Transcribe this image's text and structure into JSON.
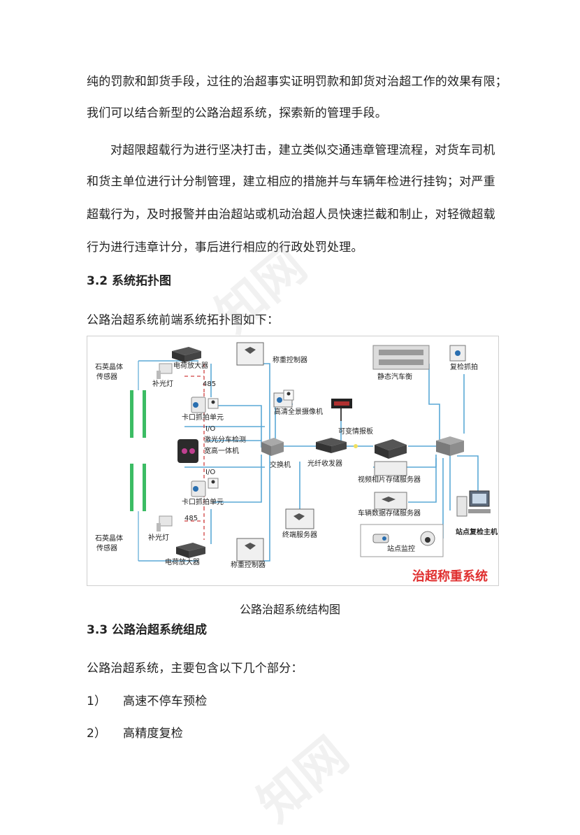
{
  "paragraphs": {
    "line1": "纯的罚款和卸货手段，过往的治超事实证明罚款和卸货对治超工作的效果有限；",
    "line2": "我们可以结合新型的公路治超系统，探索新的管理手段。",
    "line3": "对超限超载行为进行坚决打击，建立类似交通违章管理流程，对货车司机",
    "line4": "和货主单位进行计分制管理，建立相应的措施并与车辆年检进行挂钩；对严重",
    "line5": "超载行为，及时报警并由治超站或机动治超人员快速拦截和制止，对轻微超载",
    "line6": "行为进行违章计分，事后进行相应的行政处罚处理。"
  },
  "section32": {
    "title": "3.2 系统拓扑图",
    "intro": "公路治超系统前端系统拓扑图如下："
  },
  "diagram": {
    "labels": {
      "quartz_top": "石英晶体",
      "quartz_top2": "传感器",
      "quartz_bot": "石英晶体",
      "quartz_bot2": "传感器",
      "amp_top": "电荷放大器",
      "amp_bot": "电荷放大器",
      "light_top": "补光灯",
      "light_bot": "补光灯",
      "n485_top": "485",
      "n485_bot": "485",
      "capture_top": "卡口抓拍单元",
      "capture_bot": "卡口抓拍单元",
      "io_top": "I/O",
      "io_bot": "I/O",
      "laser1": "激光分车检测",
      "laser2": "宽高一体机",
      "weigh_top": "称重控制器",
      "weigh_bot": "称重控制器",
      "hd_cam": "高清全景摄像机",
      "vms": "可变情报板",
      "switch": "交换机",
      "fiber": "光纤收发器",
      "terminal": "终端服务器",
      "video_store": "视频相片存储服务器",
      "vehicle_store": "车辆数据存储服务器",
      "static_scale": "静态汽车衡",
      "recheck_cap": "复检抓拍",
      "recheck_host": "站点复检主机",
      "monitor": "站点监控",
      "system_name": "治超称重系统"
    },
    "colors": {
      "line": "#5aa8d6",
      "red_dash": "#d04040",
      "accent": "#e03030"
    }
  },
  "figure_caption": "公路治超系统结构图",
  "section33": {
    "title": "3.3 公路治超系统组成",
    "intro": "公路治超系统，主要包含以下几个部分：",
    "items": [
      {
        "num": "1）",
        "text": "高速不停车预检"
      },
      {
        "num": "2）",
        "text": "高精度复检"
      }
    ]
  },
  "watermark": {
    "text": "知网"
  }
}
